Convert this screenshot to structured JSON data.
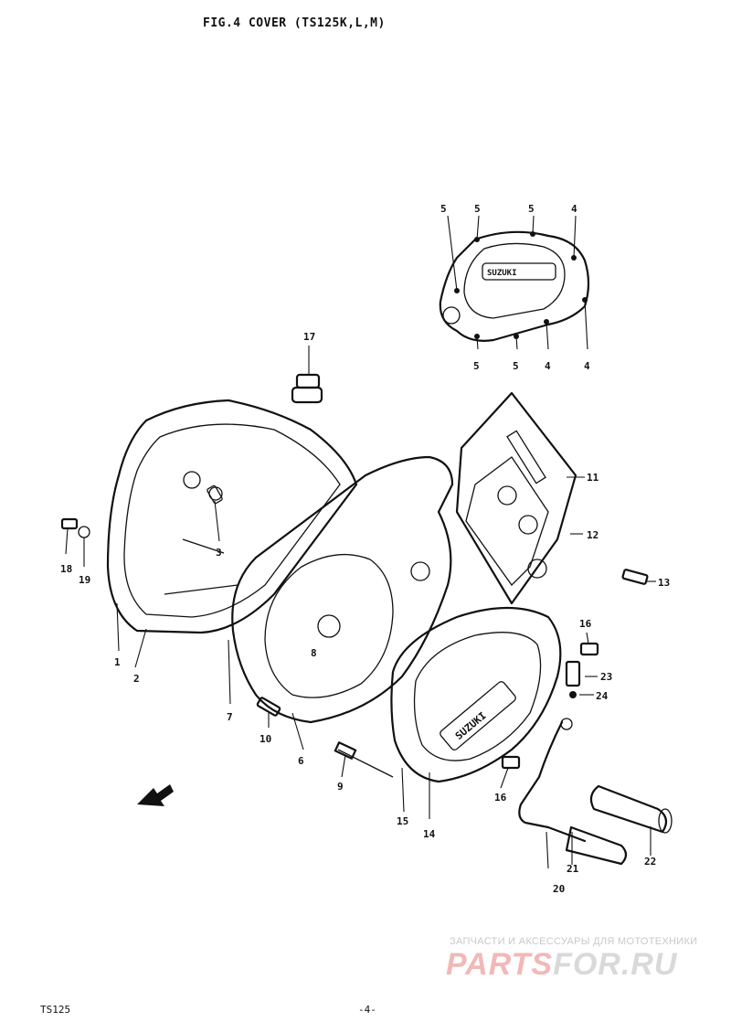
{
  "title": "FIG.4  COVER (TS125K,L,M)",
  "callouts": {
    "c1": "1",
    "c2": "2",
    "c3": "3",
    "c4a": "4",
    "c4b": "4",
    "c4c": "4",
    "c5a": "5",
    "c5b": "5",
    "c5c": "5",
    "c5d": "5",
    "c5e": "5",
    "c6": "6",
    "c7": "7",
    "c8": "8",
    "c9": "9",
    "c10": "10",
    "c11": "11",
    "c12": "12",
    "c13": "13",
    "c14": "14",
    "c15": "15",
    "c16a": "16",
    "c16b": "16",
    "c17": "17",
    "c18": "18",
    "c19": "19",
    "c20": "20",
    "c21": "21",
    "c22": "22",
    "c23": "23",
    "c24": "24"
  },
  "cover_logo": "SUZUKI",
  "watermark": {
    "line1": "ЗАПЧАСТИ И АКСЕССУАРЫ ДЛЯ МОТОТЕХНИКИ",
    "brand_a": "PARTS",
    "brand_b": "FOR.RU",
    "color_a": "#f2b8b8",
    "color_b": "#d9d9d9"
  },
  "footer": {
    "model": "TS125",
    "page": "-4-"
  }
}
